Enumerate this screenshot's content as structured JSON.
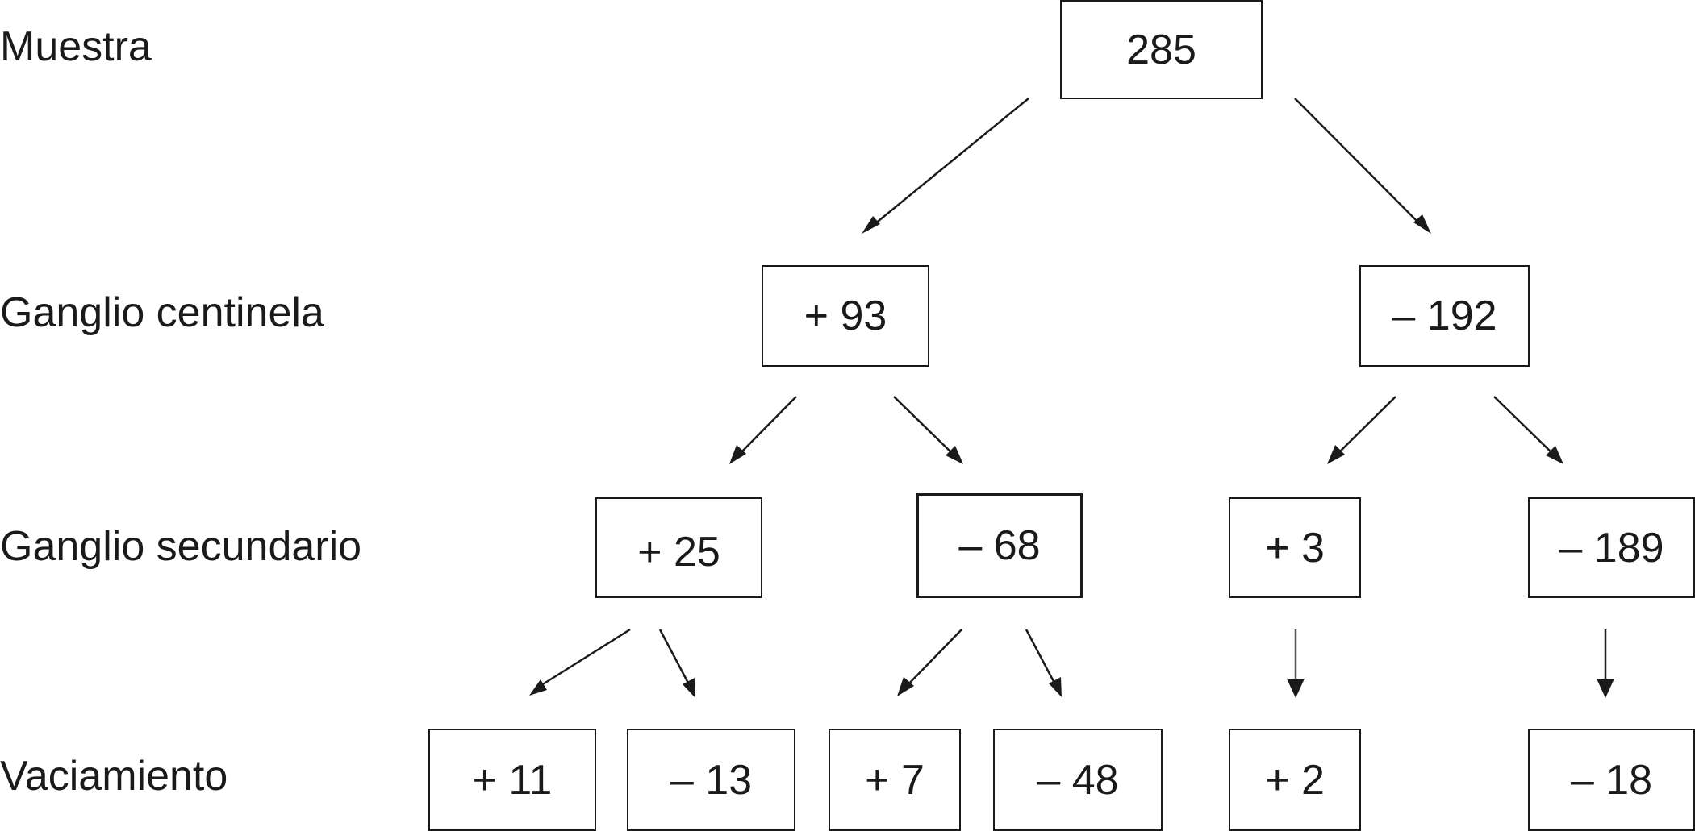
{
  "levels": {
    "muestra": "Muestra",
    "ganglio_centinela": "Ganglio centinela",
    "ganglio_secundario": "Ganglio secundario",
    "vaciamiento": "Vaciamiento"
  },
  "nodes": {
    "root": "285",
    "centinela_pos": "+ 93",
    "centinela_neg": "– 192",
    "secundario_pos_a": "+ 25",
    "secundario_neg_a": "– 68",
    "secundario_pos_b": "+ 3",
    "secundario_neg_b": "– 189",
    "vac_1": "+ 11",
    "vac_2": "– 13",
    "vac_3": "+ 7",
    "vac_4": "– 48",
    "vac_5": "+ 2",
    "vac_6": "– 18"
  }
}
